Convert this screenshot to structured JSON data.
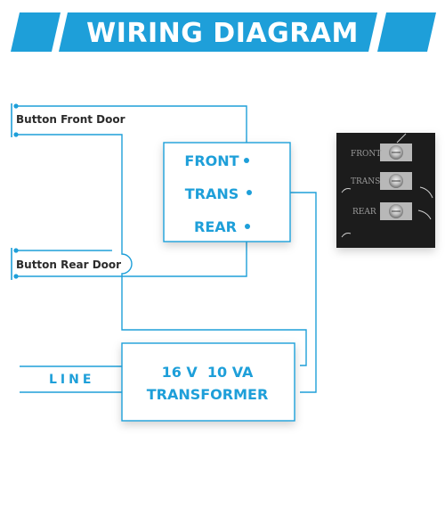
{
  "banner": {
    "title": "WIRING DIAGRAM",
    "color": "#1e9fd9"
  },
  "buttons": {
    "front_label": "Button Front Door",
    "rear_label": "Button Rear Door"
  },
  "chime": {
    "front_label": "FRONT",
    "trans_label": "TRANS",
    "rear_label": "REAR"
  },
  "line": {
    "label": "LINE"
  },
  "transformer": {
    "line1": "16 V  10 VA",
    "line2": "TRANSFORMER"
  },
  "photo": {
    "front_label": "FRONT",
    "trans_label": "TRANS",
    "rear_label": "REAR"
  },
  "colors": {
    "accent": "#1e9fd9",
    "text_dark": "#2b2b2b",
    "photo_bg": "#1c1c1c"
  }
}
